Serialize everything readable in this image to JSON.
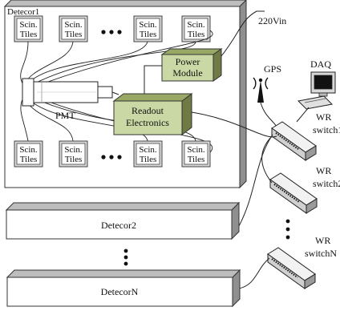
{
  "detectors": {
    "main_label": "Detecor1",
    "second_label": "Detecor2",
    "last_label": "DetecorN"
  },
  "tile": {
    "line1": "Scin.",
    "line2": "Tiles"
  },
  "components": {
    "pmt": "PMT",
    "power_line1": "Power",
    "power_line2": "Module",
    "readout_line1": "Readout",
    "readout_line2": "Electronics"
  },
  "external": {
    "power_input": "220Vin",
    "gps": "GPS",
    "daq": "DAQ",
    "switch1_line1": "WR",
    "switch1_line2": "switch1",
    "switch2_line1": "WR",
    "switch2_line2": "switch2",
    "switchN_line1": "WR",
    "switchN_line2": "switchN"
  },
  "colors": {
    "module_fill": "#c9d8a4",
    "module_side": "#6f7a45",
    "box_shadow": "#8f8f8f",
    "tile_fill": "#d9d9d9",
    "switch_fill": "#e8e8e8"
  }
}
